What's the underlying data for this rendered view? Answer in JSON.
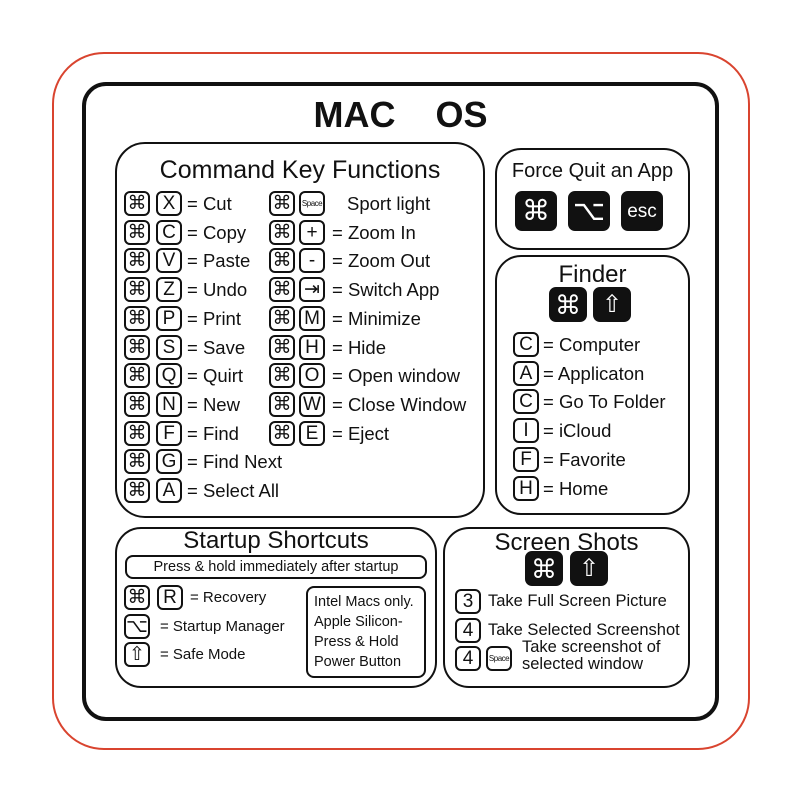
{
  "title": "MAC OS",
  "command": {
    "title": "Command Key Functions",
    "left": [
      {
        "keys": [
          "⌘",
          "X"
        ],
        "label": "= Cut"
      },
      {
        "keys": [
          "⌘",
          "C"
        ],
        "label": "= Copy"
      },
      {
        "keys": [
          "⌘",
          "V"
        ],
        "label": "= Paste"
      },
      {
        "keys": [
          "⌘",
          "Z"
        ],
        "label": "= Undo"
      },
      {
        "keys": [
          "⌘",
          "P"
        ],
        "label": "= Print"
      },
      {
        "keys": [
          "⌘",
          "S"
        ],
        "label": "= Save"
      },
      {
        "keys": [
          "⌘",
          "Q"
        ],
        "label": "= Quirt"
      },
      {
        "keys": [
          "⌘",
          "N"
        ],
        "label": "= New"
      },
      {
        "keys": [
          "⌘",
          "F"
        ],
        "label": "= Find"
      },
      {
        "keys": [
          "⌘",
          "G"
        ],
        "label": "= Find Next"
      },
      {
        "keys": [
          "⌘",
          "A"
        ],
        "label": "= Select All"
      }
    ],
    "right": [
      {
        "keys": [
          "⌘",
          "Space"
        ],
        "label": "Sport light"
      },
      {
        "keys": [
          "⌘",
          "+"
        ],
        "label": "= Zoom In"
      },
      {
        "keys": [
          "⌘",
          "-"
        ],
        "label": "= Zoom Out"
      },
      {
        "keys": [
          "⌘",
          "⇥"
        ],
        "label": "= Switch App"
      },
      {
        "keys": [
          "⌘",
          "M"
        ],
        "label": "= Minimize"
      },
      {
        "keys": [
          "⌘",
          "H"
        ],
        "label": "= Hide"
      },
      {
        "keys": [
          "⌘",
          "O"
        ],
        "label": "= Open window"
      },
      {
        "keys": [
          "⌘",
          "W"
        ],
        "label": "= Close Window"
      },
      {
        "keys": [
          "⌘",
          "E"
        ],
        "label": "= Eject"
      }
    ]
  },
  "force_quit": {
    "title": "Force Quit an App",
    "keys": [
      "⌘",
      "⌥",
      "esc"
    ]
  },
  "finder": {
    "title": "Finder",
    "keys": [
      "⌘",
      "⇧"
    ],
    "items": [
      {
        "key": "C",
        "label": "= Computer"
      },
      {
        "key": "A",
        "label": "= Applicaton"
      },
      {
        "key": "C",
        "label": "= Go To Folder"
      },
      {
        "key": "I",
        "label": "= iCloud"
      },
      {
        "key": "F",
        "label": "= Favorite"
      },
      {
        "key": "H",
        "label": "= Home"
      }
    ]
  },
  "startup": {
    "title": "Startup  Shortcuts",
    "banner": "Press &  hold  immediately after  startup",
    "items": [
      {
        "keys": [
          "⌘",
          "R"
        ],
        "label": "=  Recovery"
      },
      {
        "keys": [
          "⌥"
        ],
        "label": "=  Startup Manager"
      },
      {
        "keys": [
          "⇧"
        ],
        "label": "=  Safe  Mode"
      }
    ],
    "note": [
      "Intel Macs only.",
      "Apple Silicon-",
      "Press & Hold",
      "Power Button"
    ]
  },
  "screenshots": {
    "title": "Screen Shots",
    "keys": [
      "⌘",
      "⇧"
    ],
    "items": [
      {
        "keys": [
          "3"
        ],
        "label": "Take Full Screen Picture"
      },
      {
        "keys": [
          "4"
        ],
        "label": "Take Selected Screenshot"
      },
      {
        "keys": [
          "4",
          "Space"
        ],
        "label": "Take screenshot of",
        "label2": "selected window"
      }
    ]
  },
  "colors": {
    "border_red": "#d9442f",
    "ink": "#111111"
  }
}
